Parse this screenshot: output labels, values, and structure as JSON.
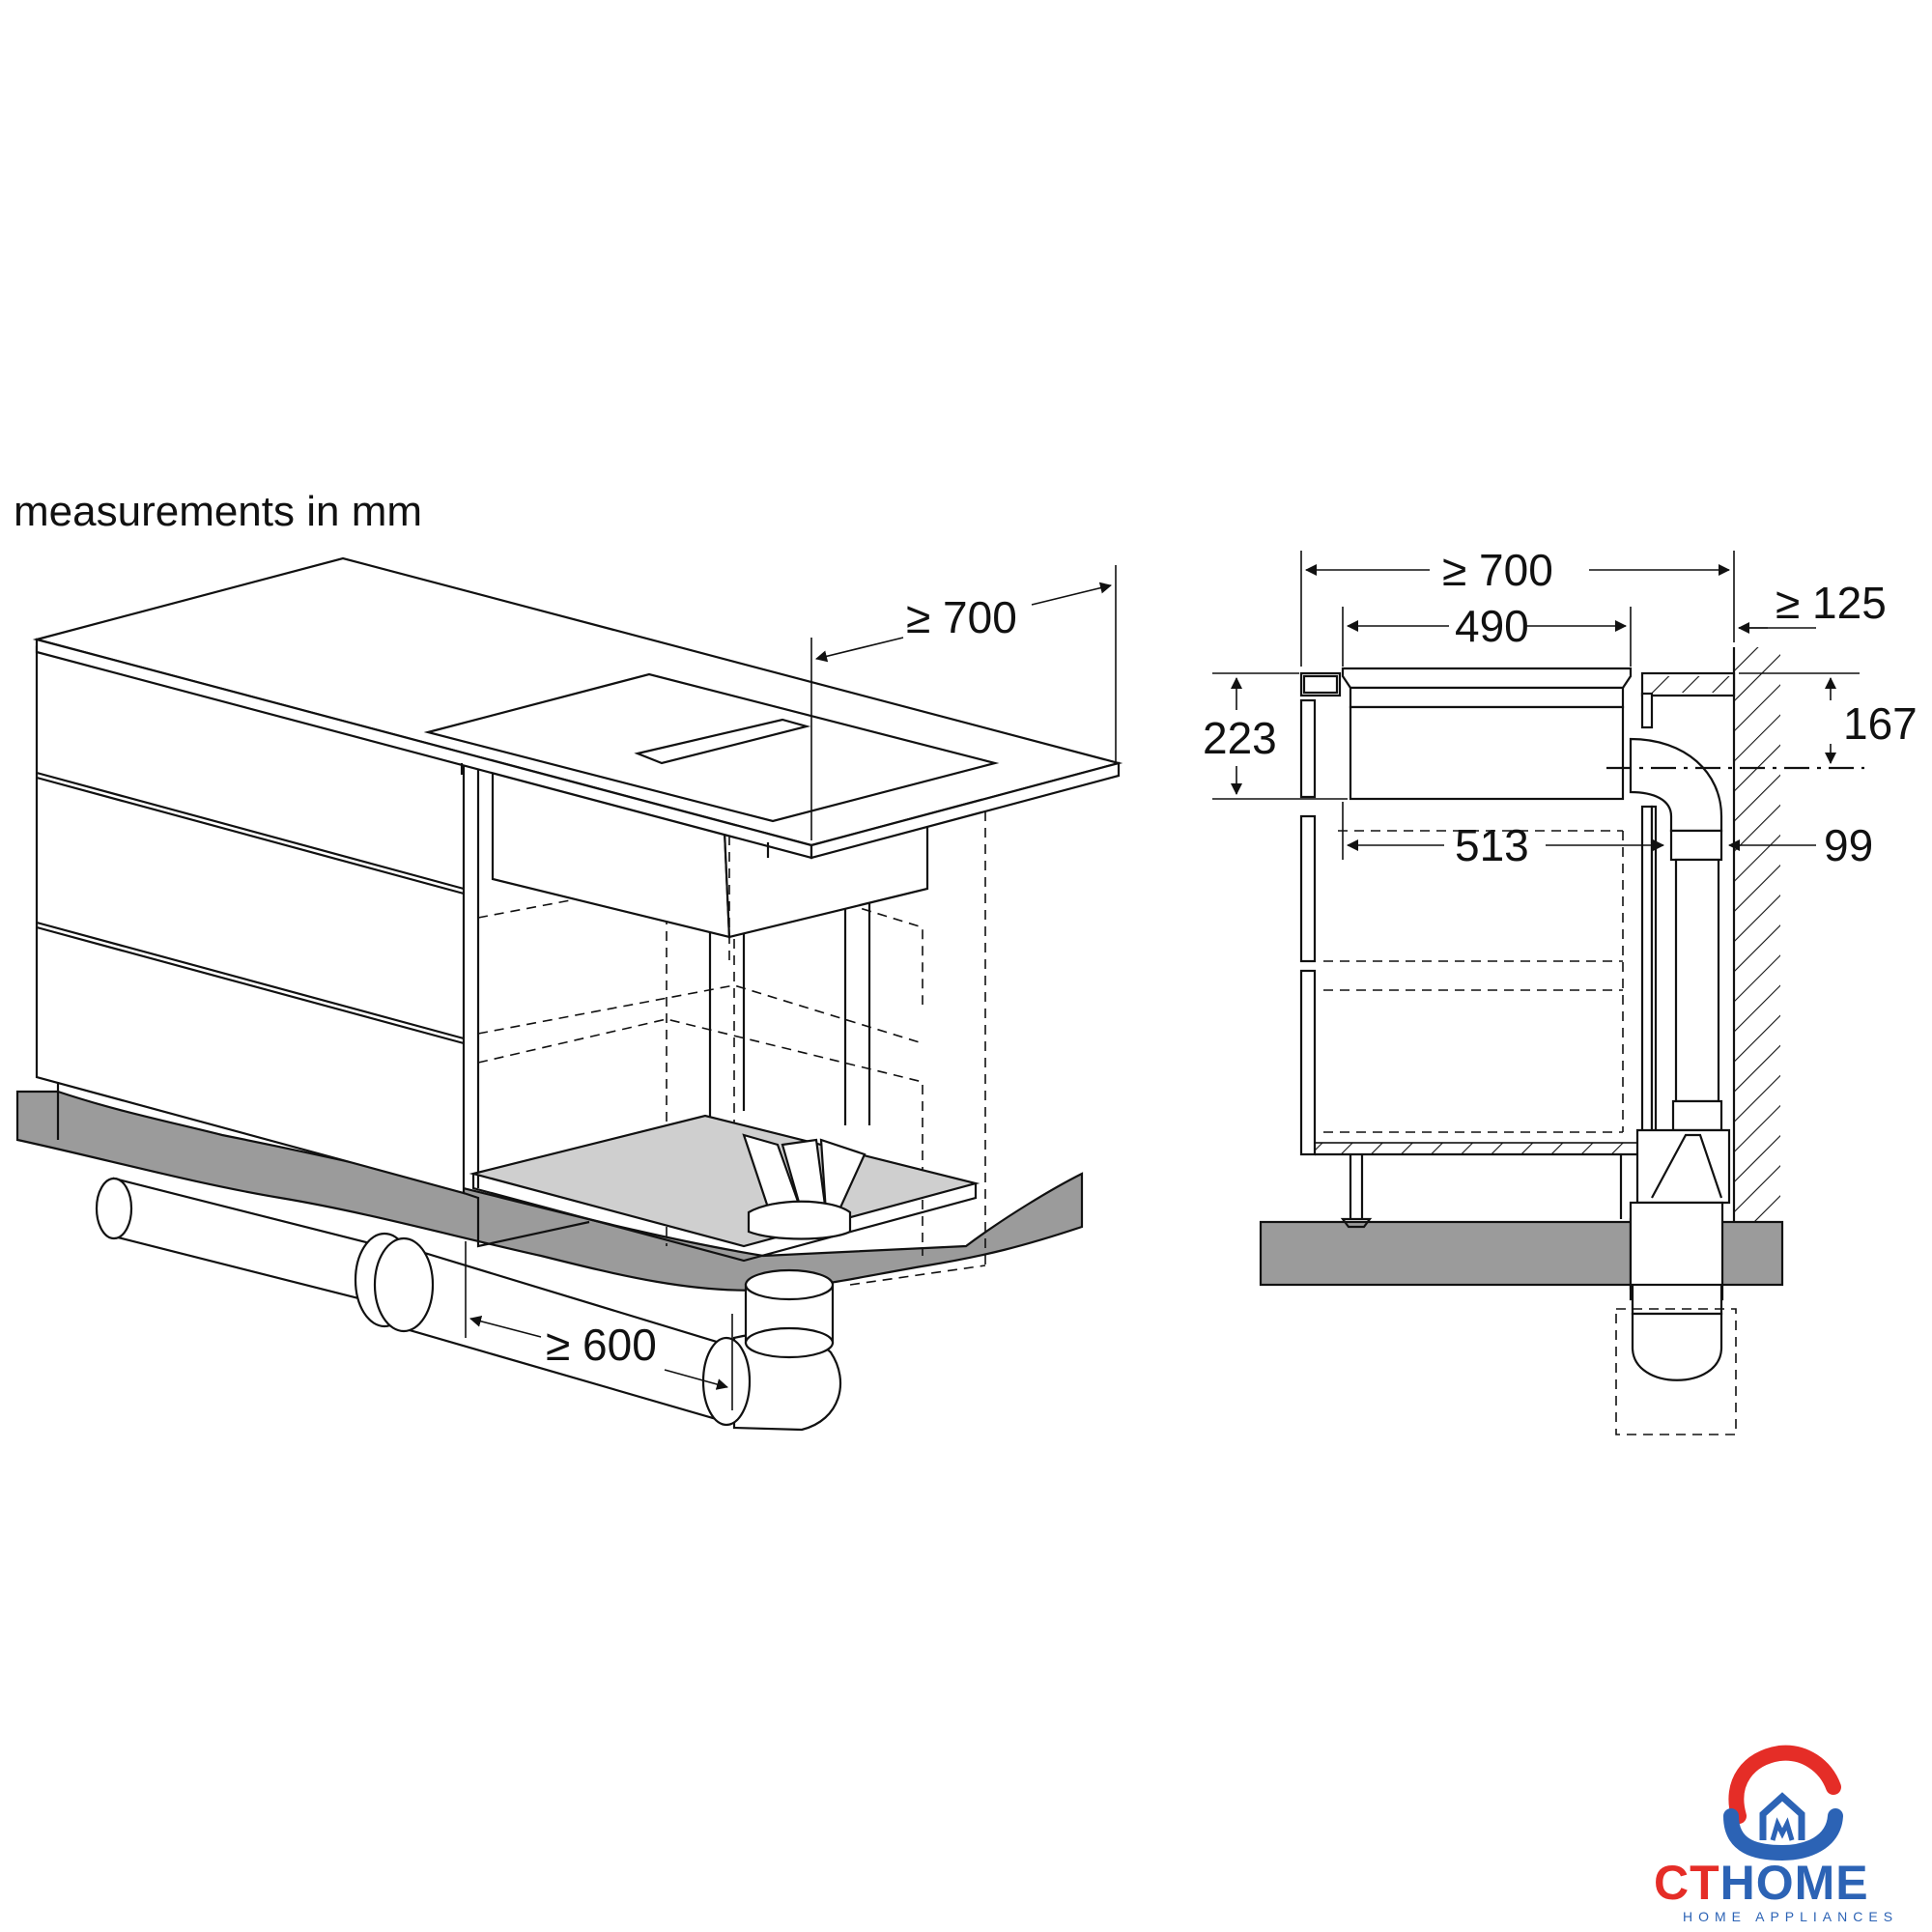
{
  "caption": "measurements in mm",
  "perspective_view": {
    "dim_depth": "≥ 700",
    "dim_clearance": "≥ 600"
  },
  "section_view": {
    "dim_depth": "≥ 700",
    "dim_hob_width": "490",
    "dim_wall": "≥ 125",
    "dim_hob_height": "223",
    "dim_duct_height": "167",
    "dim_inner_depth": "513",
    "dim_duct_width": "99"
  },
  "brand": {
    "name_part1": "CT",
    "name_part2": "HOME",
    "tagline": "HOME APPLIANCES",
    "colors": {
      "red": "#e52d27",
      "blue": "#2c63b5"
    }
  }
}
